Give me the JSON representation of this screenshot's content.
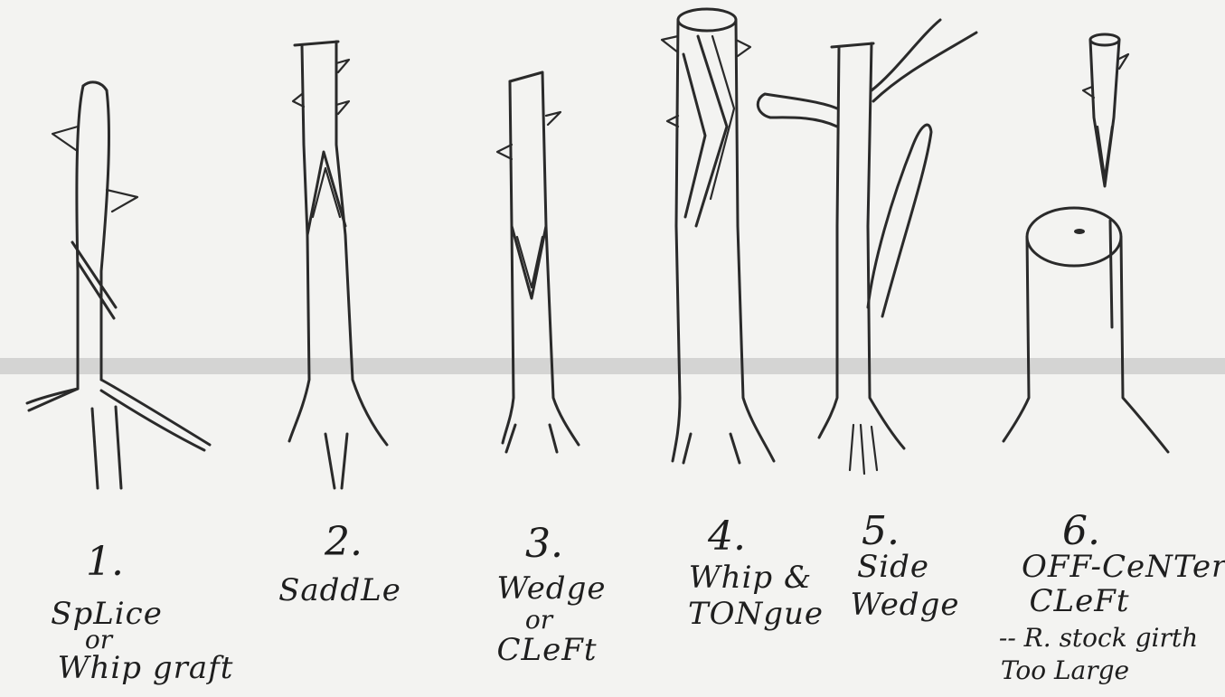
{
  "grafts": [
    {
      "number": "1.",
      "name_line1": "SpLice",
      "name_connector": "or",
      "name_line2": "Whip graft"
    },
    {
      "number": "2.",
      "name_line1": "SaddLe"
    },
    {
      "number": "3.",
      "name_line1": "Wedge",
      "name_connector": "or",
      "name_line2": "CLeFt"
    },
    {
      "number": "4.",
      "name_line1": "Whip &",
      "name_line2": "TONgue"
    },
    {
      "number": "5.",
      "name_line1": "Side",
      "name_line2": "Wedge"
    },
    {
      "number": "6.",
      "name_line1": "OFF-CeNTer",
      "name_line2": "CLeFt",
      "note_line1": "-- R. stock girth",
      "note_line2": "Too Large"
    }
  ]
}
